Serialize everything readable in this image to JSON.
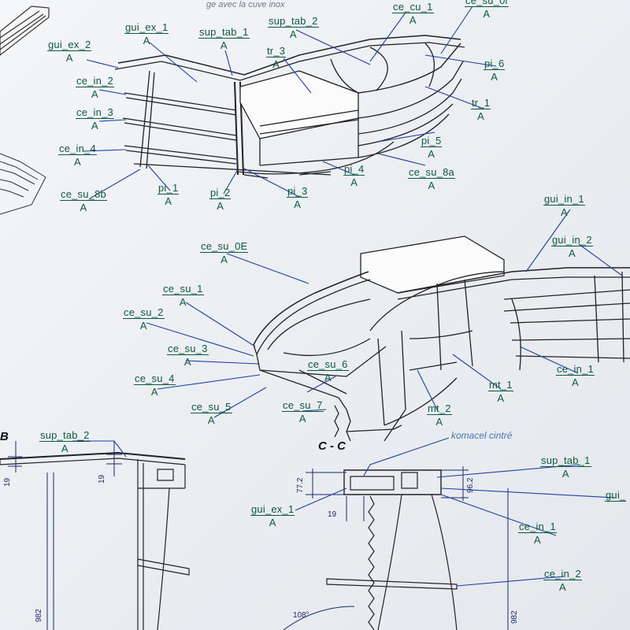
{
  "notes": {
    "top_note": "ge avec la cuve inox",
    "komacel": "komacel cintré",
    "section_mark": "C - C",
    "section_b": "B"
  },
  "labels": {
    "gui_ex_1_top": {
      "name": "gui_ex_1",
      "rev": "A"
    },
    "sup_tab_1_top": {
      "name": "sup_tab_1",
      "rev": "A"
    },
    "sup_tab_2_top": {
      "name": "sup_tab_2",
      "rev": "A"
    },
    "ce_cu_1": {
      "name": "ce_cu_1",
      "rev": "A"
    },
    "ce_su_0l": {
      "name": "ce_su_0l",
      "rev": "A"
    },
    "gui_ex_2": {
      "name": "gui_ex_2",
      "rev": "A"
    },
    "tr_3": {
      "name": "tr_3",
      "rev": "A"
    },
    "pi_6": {
      "name": "pi_6",
      "rev": "A"
    },
    "ce_in_2_top": {
      "name": "ce_in_2",
      "rev": "A"
    },
    "ce_in_3": {
      "name": "ce_in_3",
      "rev": "A"
    },
    "tr_1": {
      "name": "tr_1",
      "rev": "A"
    },
    "ce_in_4": {
      "name": "ce_in_4",
      "rev": "A"
    },
    "pi_5": {
      "name": "pi_5",
      "rev": "A"
    },
    "pi_4": {
      "name": "pi_4",
      "rev": "A"
    },
    "ce_su_8a": {
      "name": "ce_su_8a",
      "rev": "A"
    },
    "ce_su_8b": {
      "name": "ce_su_8b",
      "rev": "A"
    },
    "pi_1": {
      "name": "pi_1",
      "rev": "A"
    },
    "pi_2": {
      "name": "pi_2",
      "rev": "A"
    },
    "pi_3": {
      "name": "pi_3",
      "rev": "A"
    },
    "gui_in_1": {
      "name": "gui_in_1",
      "rev": "A"
    },
    "gui_in_2": {
      "name": "gui_in_2",
      "rev": "A"
    },
    "ce_su_0E": {
      "name": "ce_su_0E",
      "rev": "A"
    },
    "ce_su_1": {
      "name": "ce_su_1",
      "rev": "A"
    },
    "ce_su_2": {
      "name": "ce_su_2",
      "rev": "A"
    },
    "ce_su_3": {
      "name": "ce_su_3",
      "rev": "A"
    },
    "ce_su_4": {
      "name": "ce_su_4",
      "rev": "A"
    },
    "ce_su_5": {
      "name": "ce_su_5",
      "rev": "A"
    },
    "ce_su_6": {
      "name": "ce_su_6",
      "rev": "A"
    },
    "ce_su_7": {
      "name": "ce_su_7",
      "rev": "A"
    },
    "ce_in_1_mid": {
      "name": "ce_in_1",
      "rev": "A"
    },
    "mt_1": {
      "name": "mt_1",
      "rev": "A"
    },
    "mt_2": {
      "name": "mt_2",
      "rev": "A"
    },
    "sup_tab_2_bottom": {
      "name": "sup_tab_2",
      "rev": "A"
    },
    "sup_tab_1_bottom": {
      "name": "sup_tab_1",
      "rev": "A"
    },
    "gui_ex_1_bottom": {
      "name": "gui_ex_1",
      "rev": "A"
    },
    "gui_cut": {
      "name": "gui_",
      "rev": ""
    },
    "ce_in_1_bottom": {
      "name": "ce_in_1",
      "rev": "A"
    },
    "ce_in_2_bottom": {
      "name": "ce_in_2",
      "rev": "A"
    }
  },
  "dimensions": {
    "d19_left": "19",
    "d19_mid": "19",
    "d77_2": "77.2",
    "d96_2": "96.2",
    "d19_bottom": "19",
    "d982_left": "982",
    "d982_right": "982",
    "angle": "108°"
  },
  "colors": {
    "label_text": "#0d5a3c",
    "leader_blue": "#1e3fa8",
    "drawing_line": "#2b2b2b",
    "dimension": "#1a2a6e"
  }
}
